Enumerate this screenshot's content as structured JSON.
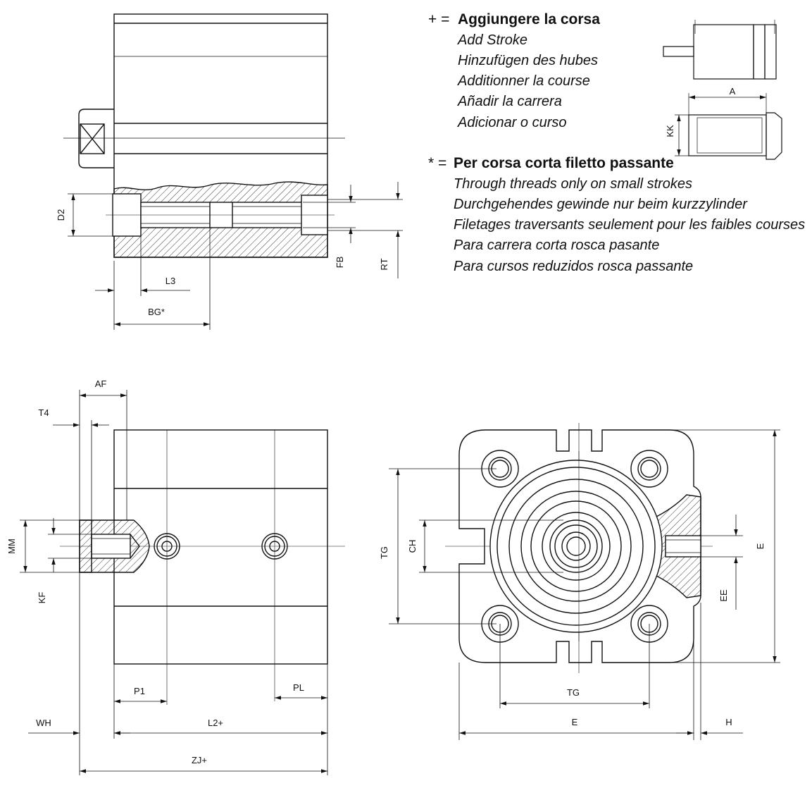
{
  "legend": {
    "plus_symbol": "+ =",
    "plus_title": "Aggiungere la corsa",
    "plus_lines": [
      "Add Stroke",
      "Hinzufügen des hubes",
      "Additionner la course",
      "Añadir la carrera",
      "Adicionar o curso"
    ],
    "star_symbol": "* =",
    "star_title": "Per corsa corta filetto passante",
    "star_lines": [
      "Through threads only on small strokes",
      "Durchgehendes gewinde nur beim kurzzylinder",
      "Filetages traversants seulement pour les faibles courses",
      "Para carrera corta rosca pasante",
      "Para cursos reduzidos rosca passante"
    ]
  },
  "dims": {
    "d2": "D2",
    "l3": "L3",
    "bg": "BG*",
    "fb": "FB",
    "rt": "RT",
    "a": "A",
    "kk": "KK",
    "af": "AF",
    "t4": "T4",
    "mm": "MM",
    "kf": "KF",
    "p1": "P1",
    "pl": "PL",
    "wh": "WH",
    "l2": "L2+",
    "zj": "ZJ+",
    "tg_v": "TG",
    "ch": "CH",
    "tg_h": "TG",
    "e_h": "E",
    "h": "H",
    "e_v": "E",
    "ee": "EE"
  }
}
